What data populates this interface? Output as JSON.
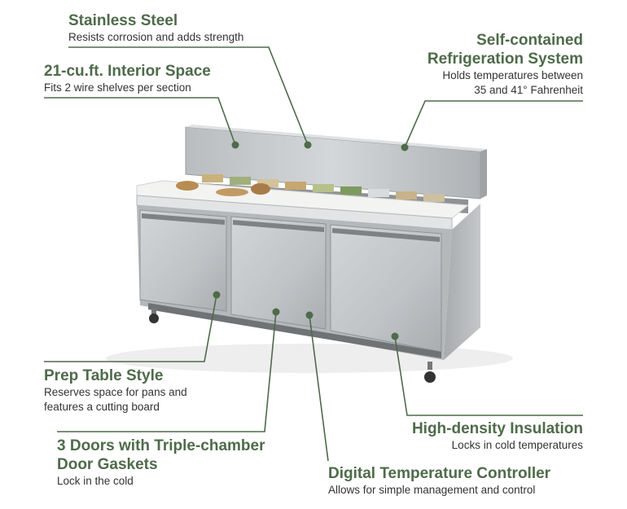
{
  "colors": {
    "heading": "#4e6b4a",
    "leader": "#4e6b4a",
    "body_text": "#333333",
    "steel": "#c9ccce"
  },
  "features": [
    {
      "id": "stainless",
      "title": "Stainless Steel",
      "desc": [
        "Resists corrosion and adds strength"
      ]
    },
    {
      "id": "interior",
      "title": "21-cu.ft. Interior Space",
      "desc": [
        "Fits 2 wire shelves per section"
      ]
    },
    {
      "id": "refrigeration",
      "title": [
        "Self-contained",
        "Refrigeration System"
      ],
      "desc": [
        "Holds temperatures between",
        "35 and 41° Fahrenheit"
      ]
    },
    {
      "id": "prep",
      "title": "Prep Table Style",
      "desc": [
        "Reserves space for pans and",
        "features a cutting board"
      ]
    },
    {
      "id": "doors",
      "title": [
        "3 Doors with Triple-chamber",
        "Door Gaskets"
      ],
      "desc": [
        "Lock in the cold"
      ]
    },
    {
      "id": "insulation",
      "title": "High-density Insulation",
      "desc": [
        "Locks in cold temperatures"
      ]
    },
    {
      "id": "controller",
      "title": "Digital Temperature Controller",
      "desc": [
        "Allows for simple management and control"
      ]
    }
  ]
}
